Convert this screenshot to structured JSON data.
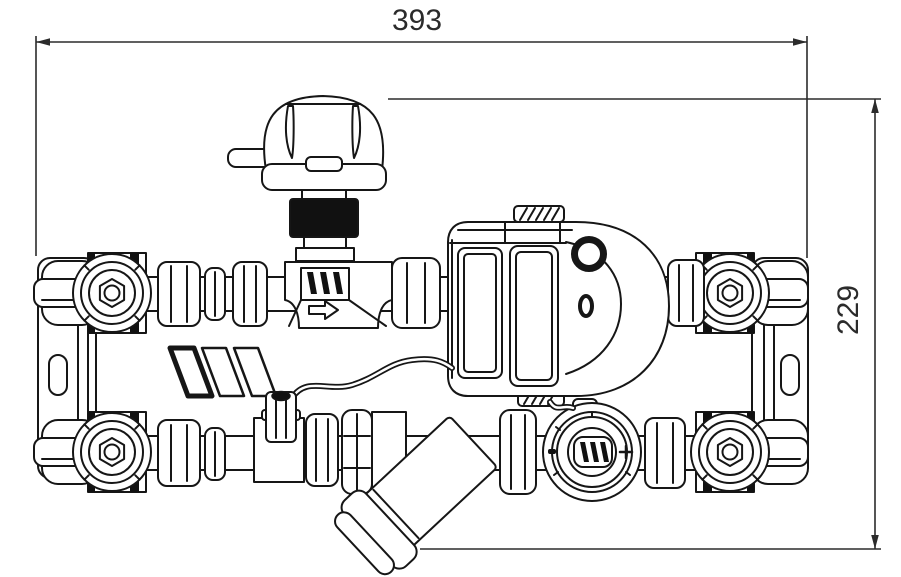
{
  "title": "Pump group assembly technical drawing",
  "dimensions": {
    "width_mm": "393",
    "height_mm": "229"
  },
  "style": {
    "background": "#ffffff",
    "line_color": "#161616",
    "accent_black": "#111111"
  },
  "components": {
    "top_row": [
      "ball-valve",
      "union-fittings",
      "mixing-valve-with-actuator-head",
      "electronic-controller",
      "union-fitting",
      "ball-valve"
    ],
    "bottom_row": [
      "ball-valve",
      "union-fittings",
      "sensor-pocket-tee",
      "y-strainer",
      "flow-meter",
      "union-fitting",
      "ball-valve"
    ],
    "brackets": [
      "left-mounting-bracket",
      "right-mounting-bracket"
    ],
    "brand_mark": "three-diagonal-stripes-logo"
  }
}
